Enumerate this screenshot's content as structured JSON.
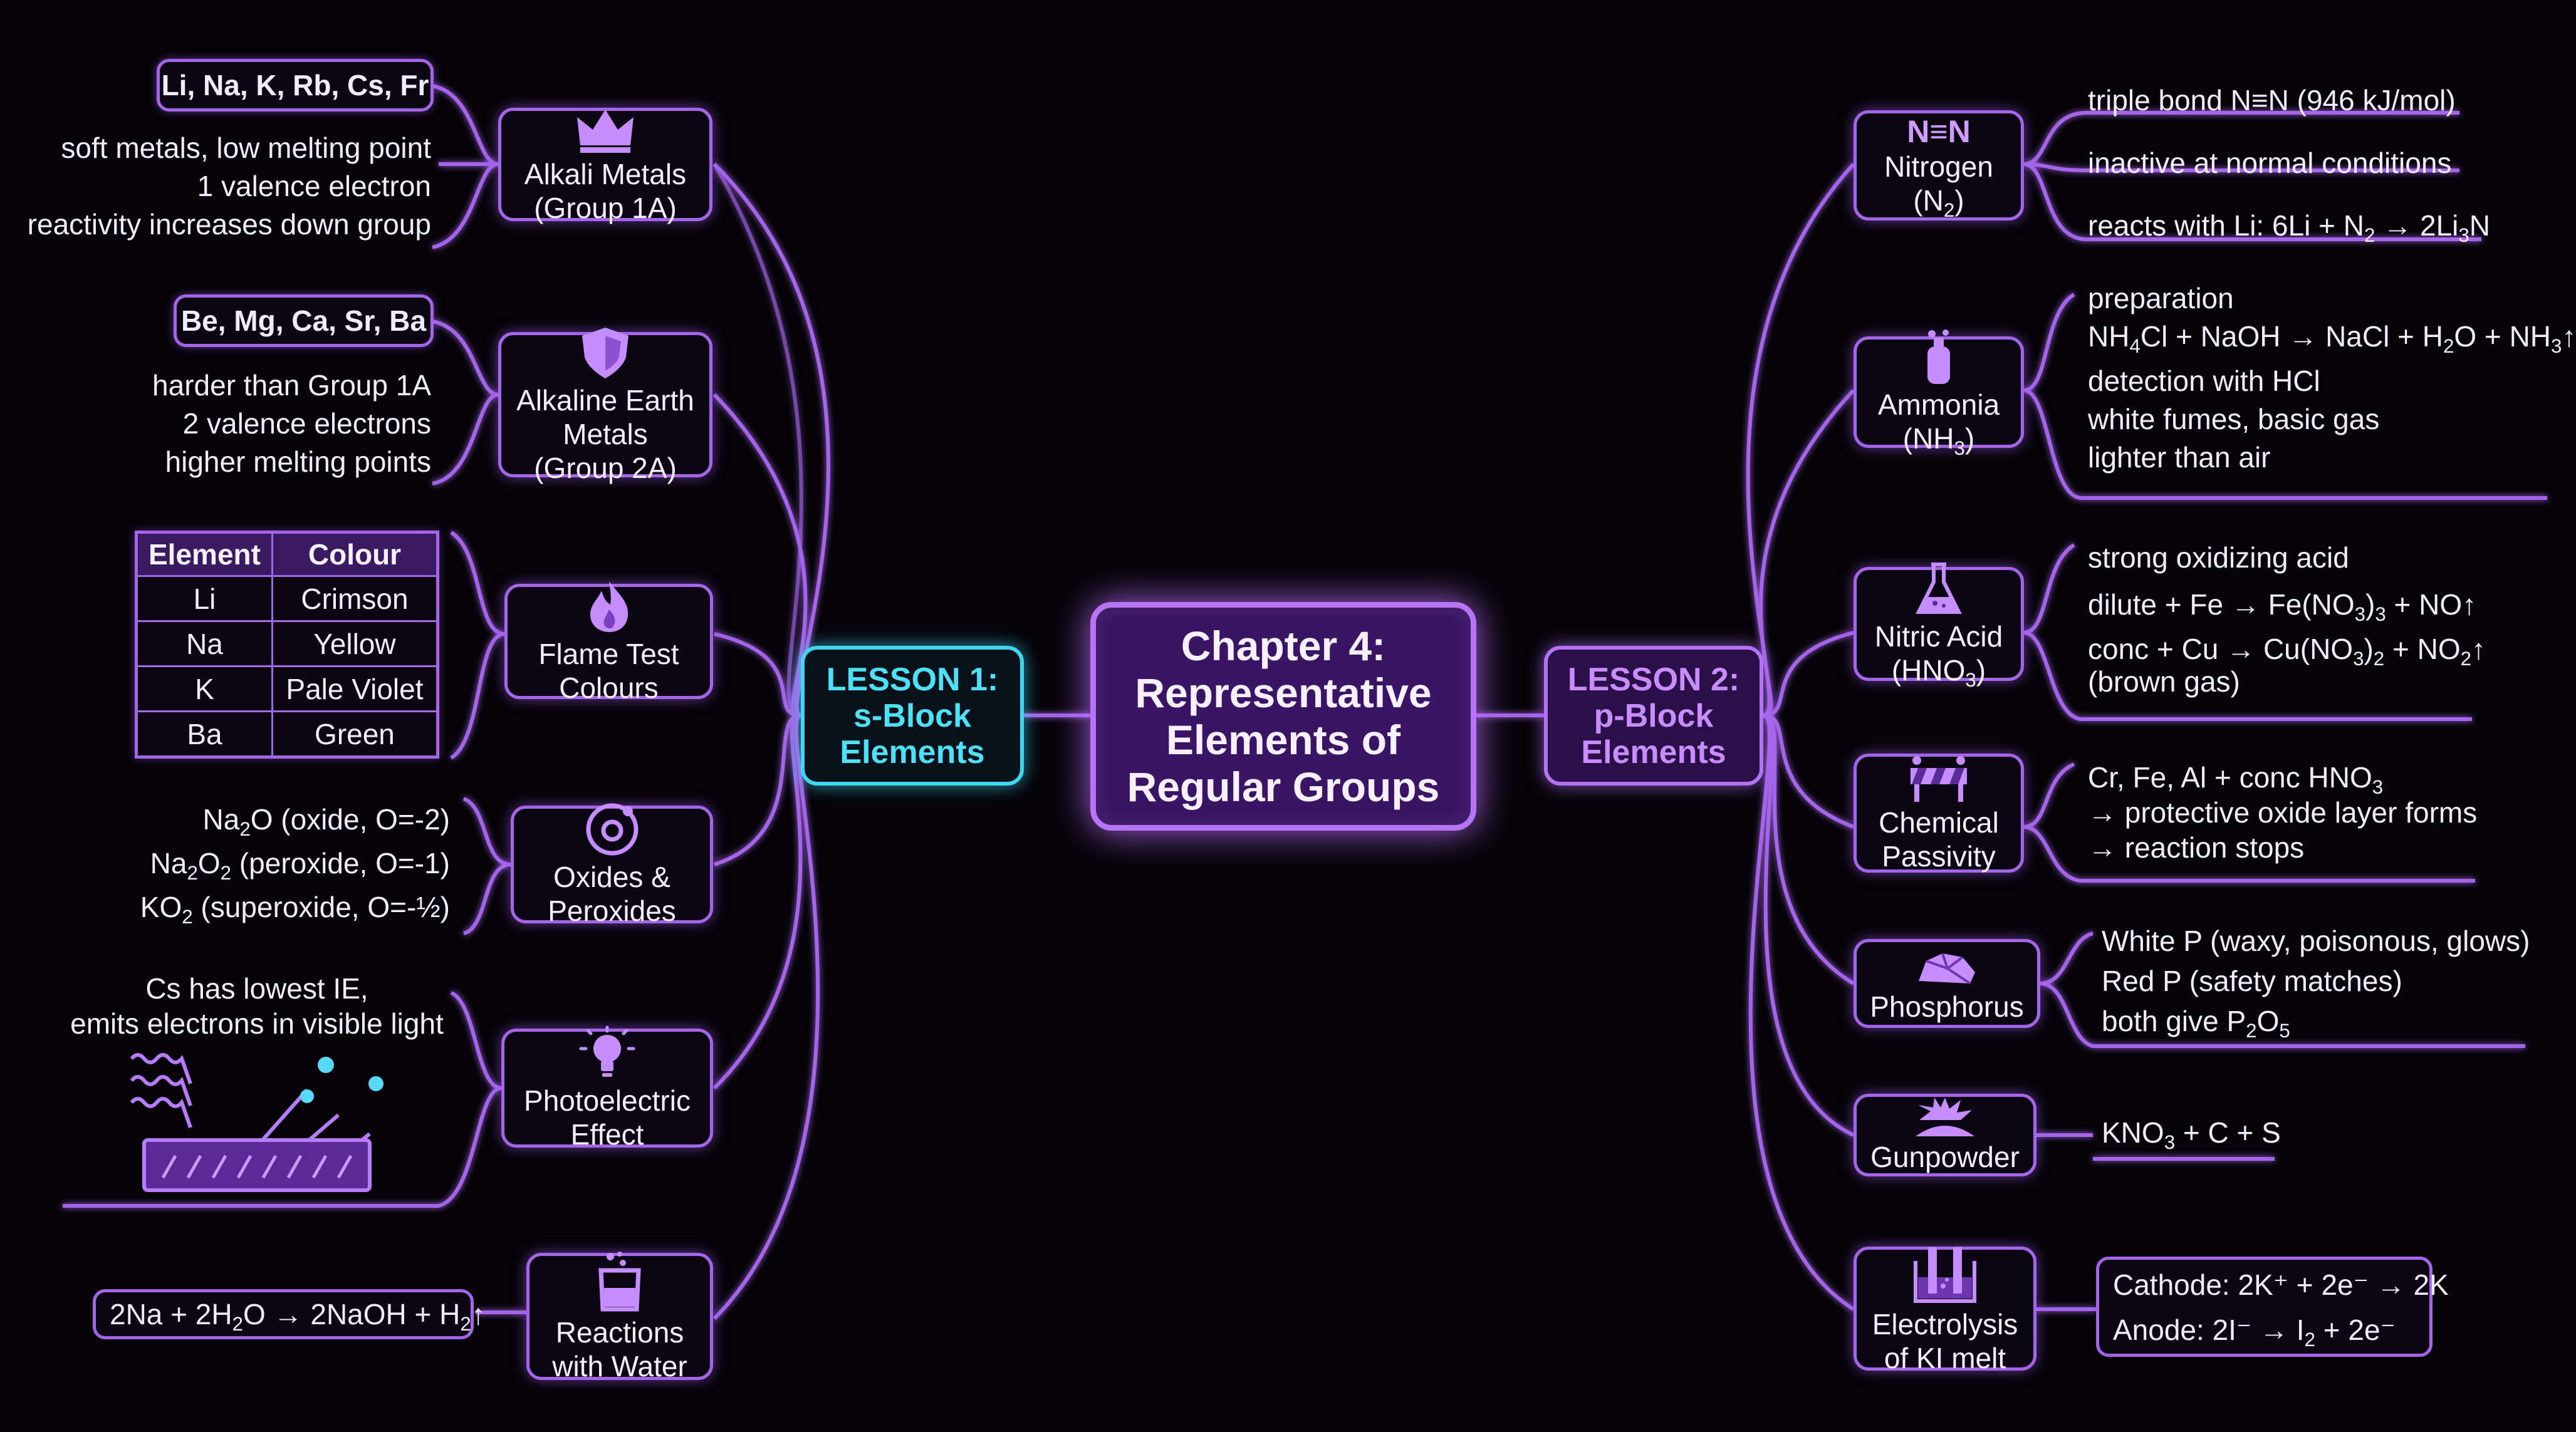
{
  "center": {
    "title": "Chapter 4: Representative Elements of Regular Groups"
  },
  "lesson1": {
    "line1": "LESSON 1:",
    "line2": "s-Block",
    "line3": "Elements"
  },
  "lesson2": {
    "line1": "LESSON 2:",
    "line2": "p-Block",
    "line3": "Elements"
  },
  "left": {
    "alkali": {
      "label1": "Alkali Metals",
      "label2": "(Group 1A)",
      "icon": "crown-icon",
      "pill": "Li, Na, K, Rb, Cs, Fr",
      "notes": [
        "soft metals, low melting point",
        "1 valence electron",
        "reactivity increases down group"
      ]
    },
    "alkaline_earth": {
      "label1": "Alkaline Earth",
      "label2": "Metals",
      "label3": "(Group 2A)",
      "icon": "shield-icon",
      "pill": "Be, Mg, Ca, Sr, Ba",
      "notes": [
        "harder than Group 1A",
        "2 valence electrons",
        "higher melting points"
      ]
    },
    "flame": {
      "label1": "Flame Test",
      "label2": "Colours",
      "icon": "flame-icon",
      "table_headers": [
        "Element",
        "Colour"
      ],
      "rows": [
        [
          "Li",
          "Crimson"
        ],
        [
          "Na",
          "Yellow"
        ],
        [
          "K",
          "Pale Violet"
        ],
        [
          "Ba",
          "Green"
        ]
      ]
    },
    "oxides": {
      "label1": "Oxides &",
      "label2": "Peroxides",
      "icon": "oxygen-atom-icon",
      "notes": [
        "Na2O (oxide, O=-2)",
        "Na2O2 (peroxide, O=-1)",
        "KO2 (superoxide, O=-½)"
      ]
    },
    "photo": {
      "label1": "Photoelectric",
      "label2": "Effect",
      "icon": "lightbulb-icon",
      "notes": [
        "Cs has lowest IE,",
        "emits electrons in visible light"
      ]
    },
    "water": {
      "label1": "Reactions",
      "label2": "with Water",
      "icon": "beaker-icon",
      "equation": "2Na + 2H2O → 2NaOH + H2↑"
    }
  },
  "right": {
    "nitrogen": {
      "glyph": "N≡N",
      "label1": "Nitrogen",
      "label2": "(N2)",
      "notes": [
        "triple bond N≡N (946 kJ/mol)",
        "inactive at normal conditions",
        "reacts with Li: 6Li + N2 → 2Li3N"
      ]
    },
    "ammonia": {
      "label1": "Ammonia",
      "label2": "(NH3)",
      "icon": "gas-cylinder-icon",
      "notes": [
        "preparation",
        "NH4Cl + NaOH → NaCl + H2O + NH3↑",
        "detection with HCl",
        "white fumes, basic gas",
        "lighter than air"
      ]
    },
    "nitric": {
      "label1": "Nitric Acid",
      "label2": "(HNO3)",
      "icon": "flask-icon",
      "notes": [
        "strong oxidizing acid",
        "dilute + Fe → Fe(NO3)3 + NO↑",
        "conc + Cu → Cu(NO3)2 + NO2↑",
        "(brown gas)"
      ]
    },
    "passivity": {
      "label1": "Chemical",
      "label2": "Passivity",
      "icon": "barrier-icon",
      "notes": [
        "Cr, Fe, Al + conc HNO3",
        "→ protective oxide layer forms",
        "→ reaction stops"
      ]
    },
    "phosphorus": {
      "label1": "Phosphorus",
      "icon": "rock-icon",
      "notes": [
        "White P (waxy, poisonous, glows)",
        "Red P (safety matches)",
        "both give P2O5"
      ]
    },
    "gunpowder": {
      "label1": "Gunpowder",
      "icon": "explosion-icon",
      "notes": [
        "KNO3 + C + S"
      ]
    },
    "electrolysis": {
      "label1": "Electrolysis",
      "label2": "of KI melt",
      "icon": "electrolysis-cell-icon",
      "notes": [
        "Cathode: 2K⁺ + 2e⁻ → 2K",
        "Anode: 2I⁻ → I2 + 2e⁻"
      ]
    }
  },
  "colors": {
    "accent": "#a465e8",
    "lesson1": "#3fd6ee",
    "lesson2": "#b472f2",
    "center_fill": "#3a1566"
  }
}
